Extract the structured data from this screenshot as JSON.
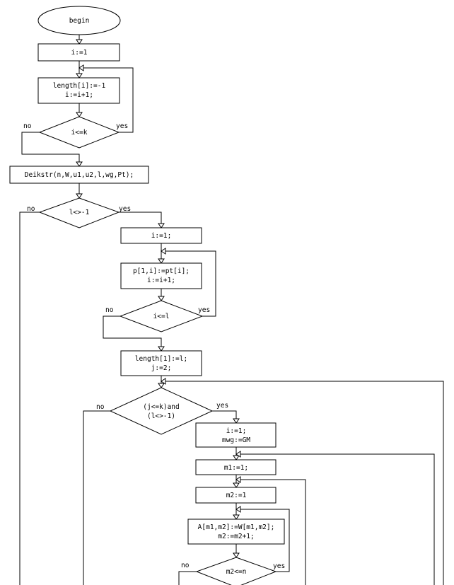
{
  "flowchart": {
    "nodes": {
      "begin": "begin",
      "i_init": "i:=1",
      "len_neg_1": "length[i]:=-1",
      "len_neg_2": "i:=i+1;",
      "cond_ik": "i<=k",
      "deikstr": "Deikstr(n,W,u1,u2,l,wg,Pt);",
      "cond_l": "l<>-1",
      "i_init2": "i:=1;",
      "p_assign_1": "p[1,i]:=pt[i];",
      "p_assign_2": "i:=i+1;",
      "cond_il": "i<=l",
      "len_l_1": "length[1]:=l;",
      "len_l_2": "j:=2;",
      "cond_jk_1": "(j<=k)and",
      "cond_jk_2": "(l<>-1)",
      "i_mwg_1": "i:=1;",
      "i_mwg_2": "mwg:=GM",
      "m1_init": "m1:=1;",
      "m2_init": "m2:=1",
      "a_assign_1": "A[m1,m2]:=W[m1,m2];",
      "a_assign_2": "m2:=m2+1;",
      "cond_m2": "m2<=n"
    },
    "labels": {
      "yes": "yes",
      "no": "no"
    }
  }
}
